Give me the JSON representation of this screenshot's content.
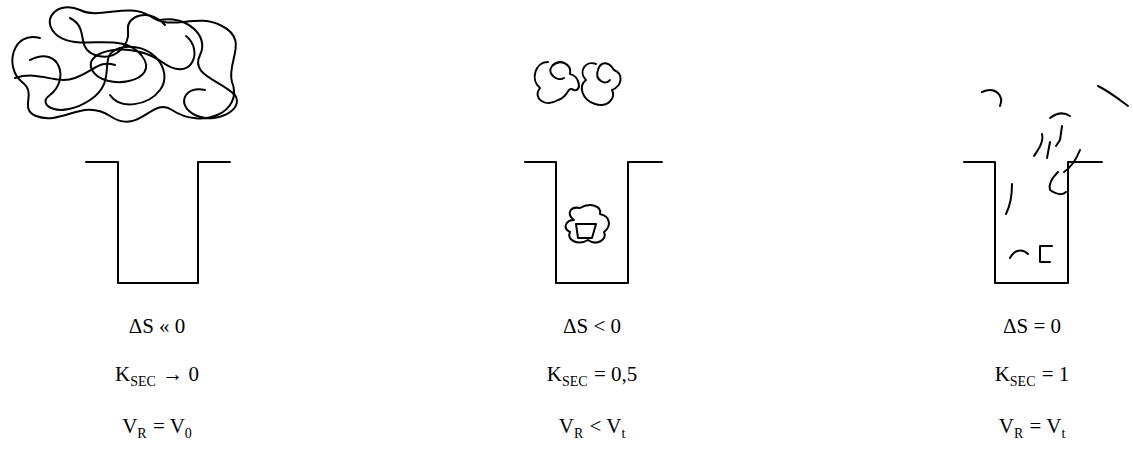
{
  "diagram": {
    "labels": [
      "ΔS « 0",
      "K",
      "SEC",
      "→ 0",
      "V",
      "R",
      "= V",
      "0",
      "ΔS < 0",
      "K",
      "SEC",
      "= 0,5",
      "V",
      "R",
      "< V",
      "t",
      "ΔS = 0",
      "K",
      "SEC",
      "= 1",
      "V",
      "R",
      "= V",
      "t"
    ]
  }
}
